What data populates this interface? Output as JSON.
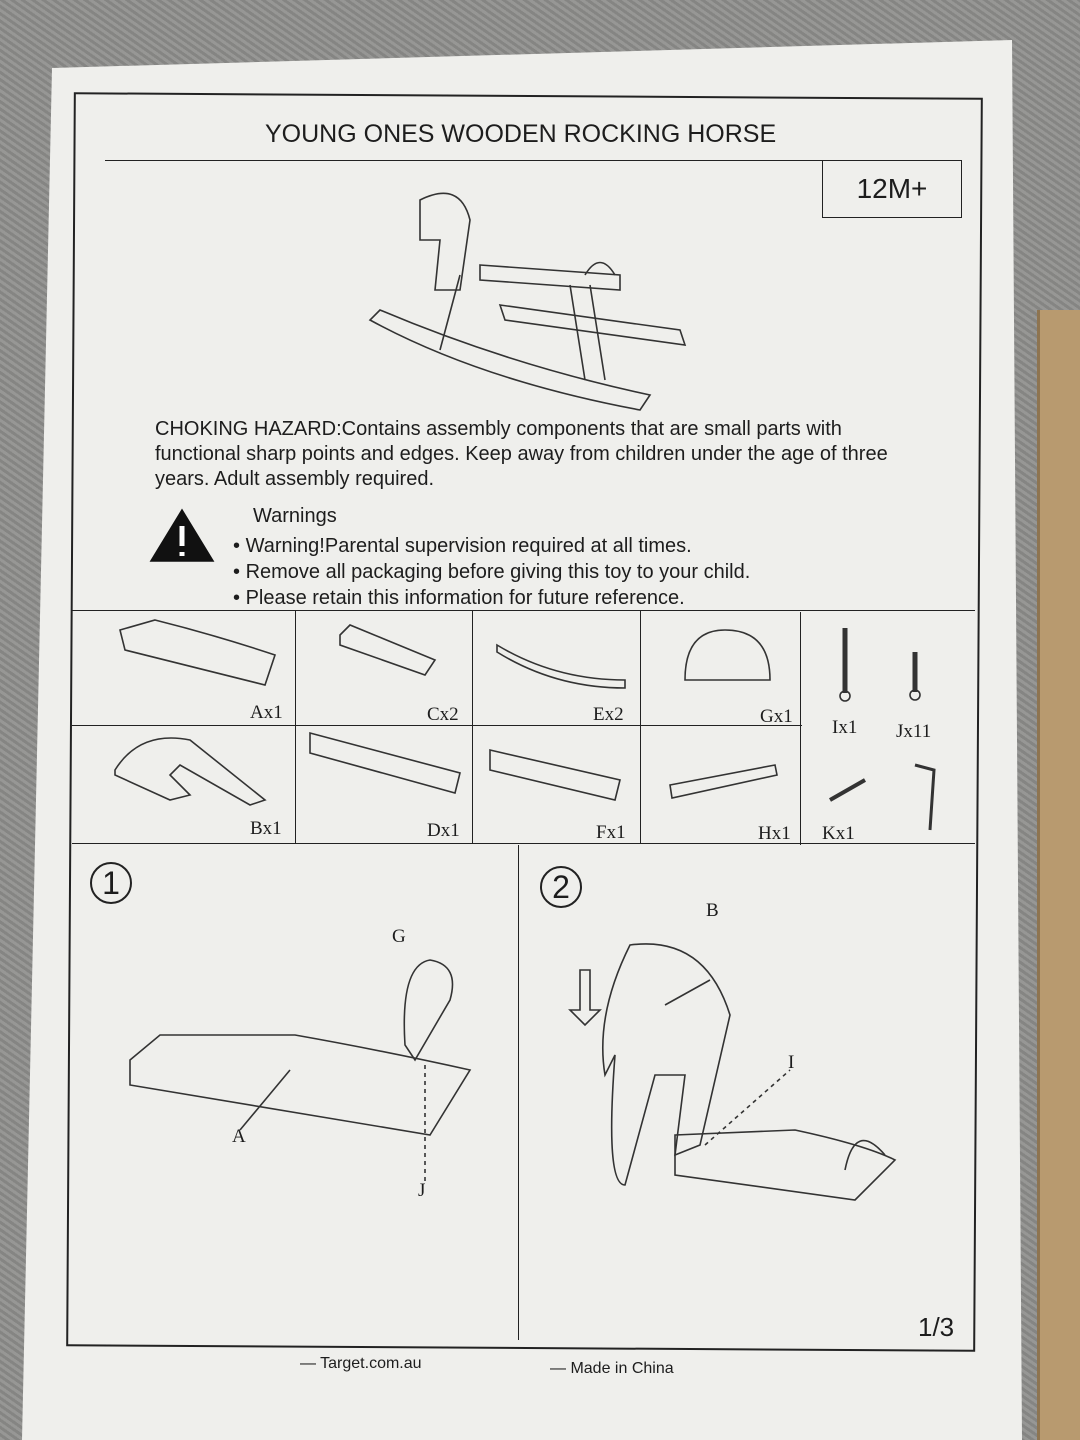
{
  "title": "YOUNG ONES WOODEN ROCKING HORSE",
  "age_label": "12M+",
  "hazard_text": "CHOKING HAZARD:Contains assembly components that are small parts with functional sharp points and edges. Keep away from children under the age of three years. Adult assembly required.",
  "warnings": {
    "heading": "Warnings",
    "icon": "warning-triangle-icon",
    "items": [
      "Warning!Parental supervision required at all times.",
      "Remove all packaging before giving this toy to your child.",
      "Please retain this information for future reference."
    ]
  },
  "parts": [
    "Ax1",
    "Cx2",
    "Ex2",
    "Gx1",
    "Ix1",
    "Jx11",
    "Bx1",
    "Dx1",
    "Fx1",
    "Hx1",
    "Kx1"
  ],
  "steps": [
    {
      "number": "1",
      "labels": [
        "G",
        "A",
        "J"
      ]
    },
    {
      "number": "2",
      "labels": [
        "B",
        "I"
      ]
    }
  ],
  "page_number": "1/3",
  "footer": {
    "website": "Target.com.au",
    "origin": "Made in China"
  }
}
